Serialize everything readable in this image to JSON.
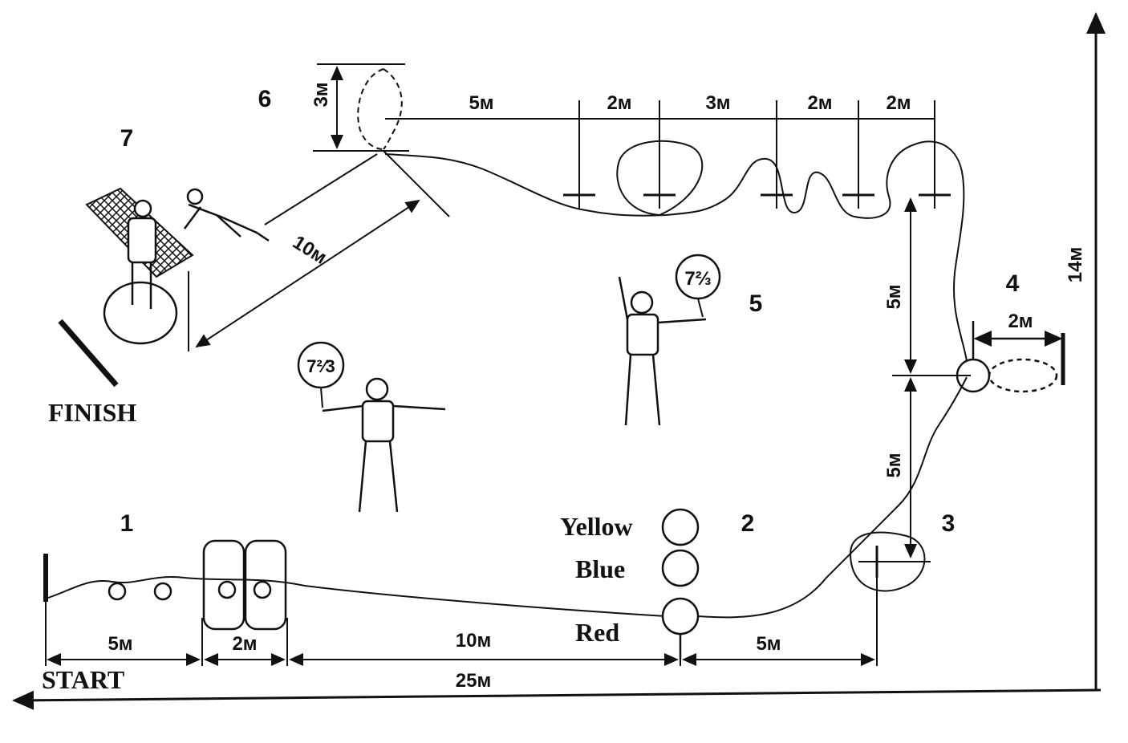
{
  "station_numbers": [
    "1",
    "2",
    "3",
    "4",
    "5",
    "6",
    "7"
  ],
  "labels": {
    "start": "START",
    "finish": "FINISH",
    "yellow": "Yellow",
    "blue": "Blue",
    "red": "Red"
  },
  "dimensions": {
    "bottom_5m_a": "5м",
    "bottom_2m": "2м",
    "bottom_10m": "10м",
    "bottom_5m_b": "5м",
    "total_25m": "25м",
    "top_5m": "5м",
    "top_2m_a": "2м",
    "top_3m": "3м",
    "top_2m_b": "2м",
    "top_2m_c": "2м",
    "height_3m": "3м",
    "diag_10m": "10м",
    "right_5m_upper": "5м",
    "right_5m_lower": "5м",
    "side_2m": "2м",
    "total_14m": "14м"
  },
  "signs": {
    "left_sign": "7²⁄3",
    "right_sign": "7⅔"
  },
  "colors": {
    "ink": "#111111",
    "background": "#ffffff"
  }
}
